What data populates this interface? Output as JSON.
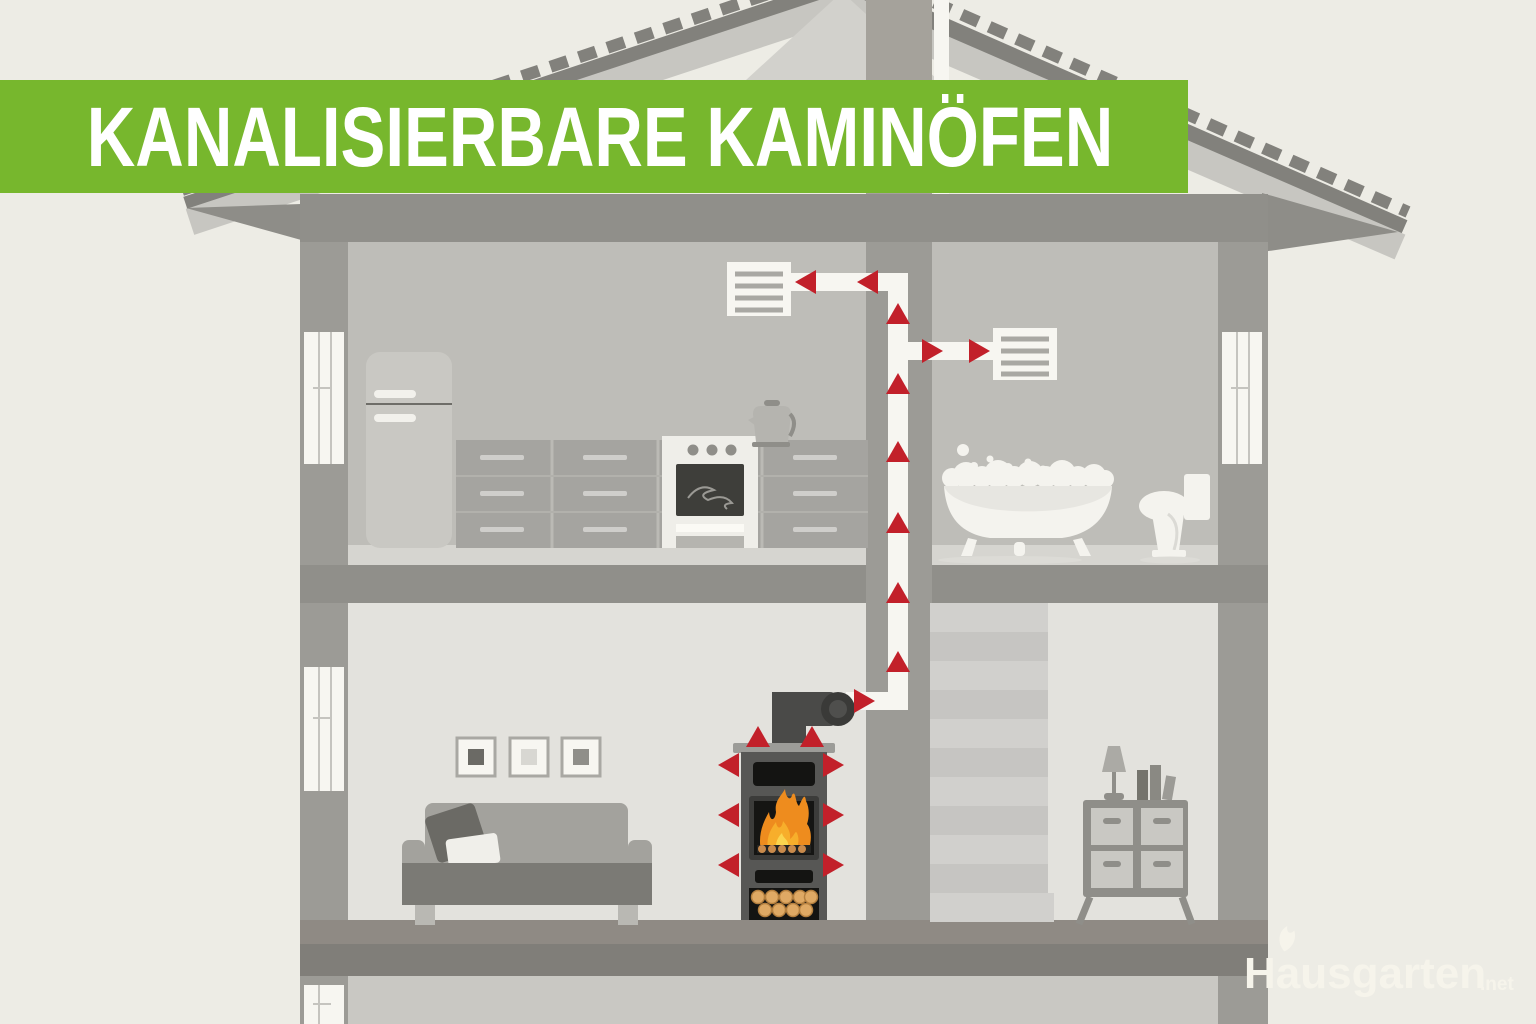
{
  "banner": {
    "title": "KANALISIERBARE KAMINÖFEN",
    "background": "#77B72D",
    "text_color": "#FFFFFF"
  },
  "logo": {
    "name": "Hausgarten",
    "tld": ".net",
    "color": "#F6F4EB",
    "icon": "leaf-icon"
  },
  "palette": {
    "page_background": "#EDECE5",
    "roof_shingle": "#82817C",
    "roof_surface": "#C7C6C1",
    "wall": "#9C9B96",
    "slab": "#908F8A",
    "upper_room": "#BEBDB8",
    "lower_room": "#E3E2DD",
    "floor_upper": "#D6D5D0",
    "floor_ground": "#8F8A84",
    "foundation": "#807E79",
    "duct": "#F7F6F1",
    "arrow_red": "#C2202A",
    "stove_body": "#575755",
    "fire_orange": "#EE8C1E",
    "fire_yellow": "#FBD44E",
    "log_tan": "#DFA964"
  },
  "scene": {
    "heat_arrows": {
      "rising_in_duct": 6,
      "to_left_vent": 2,
      "to_right_vent": 2,
      "stove_to_duct": 1,
      "radiating_from_stove": 8
    },
    "air_vents": 2,
    "floors": 2,
    "objects": [
      "wood-stove",
      "stove-flue-pipe",
      "warm-air-duct",
      "air-vent-left",
      "air-vent-right",
      "refrigerator",
      "kitchen-counter",
      "oven",
      "kettle",
      "bathtub",
      "toilet",
      "staircase",
      "sofa",
      "wall-pictures",
      "dresser",
      "table-lamp",
      "books",
      "window",
      "chimney"
    ]
  }
}
